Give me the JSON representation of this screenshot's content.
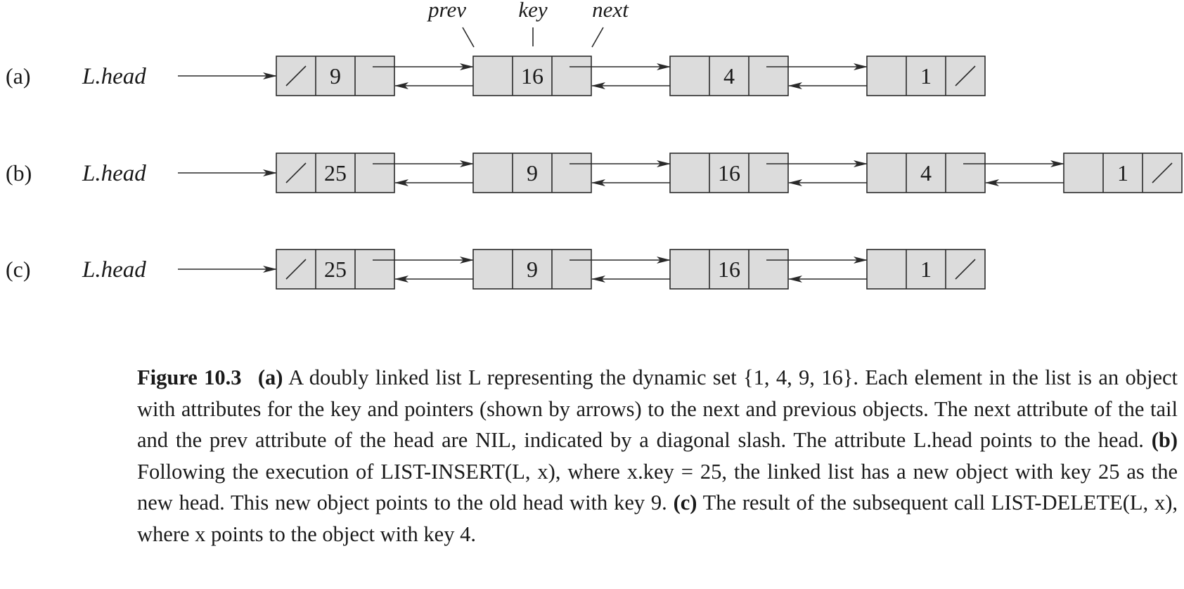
{
  "diagram": {
    "field_labels": {
      "prev": "prev",
      "key": "key",
      "next": "next"
    },
    "rows": [
      {
        "label": "(a)",
        "head_label": "L.head",
        "nodes": [
          {
            "key": "9"
          },
          {
            "key": "16"
          },
          {
            "key": "4"
          },
          {
            "key": "1"
          }
        ]
      },
      {
        "label": "(b)",
        "head_label": "L.head",
        "nodes": [
          {
            "key": "25"
          },
          {
            "key": "9"
          },
          {
            "key": "16"
          },
          {
            "key": "4"
          },
          {
            "key": "1"
          }
        ]
      },
      {
        "label": "(c)",
        "head_label": "L.head",
        "nodes": [
          {
            "key": "25"
          },
          {
            "key": "9"
          },
          {
            "key": "16"
          },
          {
            "key": "1"
          }
        ]
      }
    ],
    "colors": {
      "node_fill": "#dcdcdc",
      "stroke": "#2a2a2a"
    }
  },
  "caption": {
    "figure_label": "Figure 10.3",
    "sections": [
      {
        "label": "(a)",
        "text": " A doubly linked list L representing the dynamic set {1, 4, 9, 16}. Each element in the list is an object with attributes for the key and pointers (shown by arrows) to the next and previous objects. The next attribute of the tail and the prev attribute of the head are NIL, indicated by a diagonal slash. The attribute L.head points to the head."
      },
      {
        "label": "(b)",
        "text": " Following the execution of LIST-INSERT(L, x), where x.key = 25, the linked list has a new object with key 25 as the new head. This new object points to the old head with key 9."
      },
      {
        "label": "(c)",
        "text": " The result of the subsequent call LIST-DELETE(L, x), where x points to the object with key 4."
      }
    ]
  }
}
